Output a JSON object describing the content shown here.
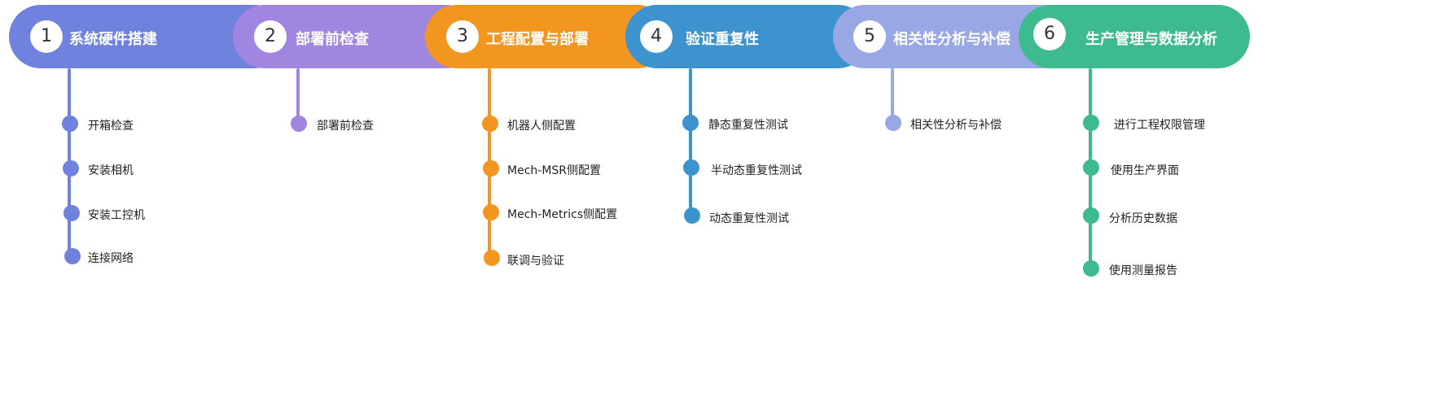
{
  "steps": [
    {
      "number": "1",
      "title": "系统硬件搭建",
      "color": "#6F82DD",
      "items": [
        "开箱检查",
        "安装相机",
        "安装工控机",
        "连接网络"
      ]
    },
    {
      "number": "2",
      "title": "部署前检查",
      "color": "#A086E0",
      "items": [
        "部署前检查"
      ]
    },
    {
      "number": "3",
      "title": "工程配置与部署",
      "color": "#F29620",
      "items": [
        "机器人侧配置",
        "Mech-MSR侧配置",
        "Mech-Metrics侧配置",
        "联调与验证"
      ]
    },
    {
      "number": "4",
      "title": "验证重复性",
      "color": "#3D93CE",
      "items": [
        "静态重复性测试",
        "半动态重复性测试",
        "动态重复性测试"
      ]
    },
    {
      "number": "5",
      "title": "相关性分析与补偿",
      "color": "#99A8E4",
      "items": [
        "相关性分析与补偿"
      ]
    },
    {
      "number": "6",
      "title": "生产管理与数据分析",
      "color": "#3DBA8E",
      "items": [
        "进行工程权限管理",
        "使用生产界面",
        "分析历史数据",
        "使用测量报告"
      ]
    }
  ]
}
